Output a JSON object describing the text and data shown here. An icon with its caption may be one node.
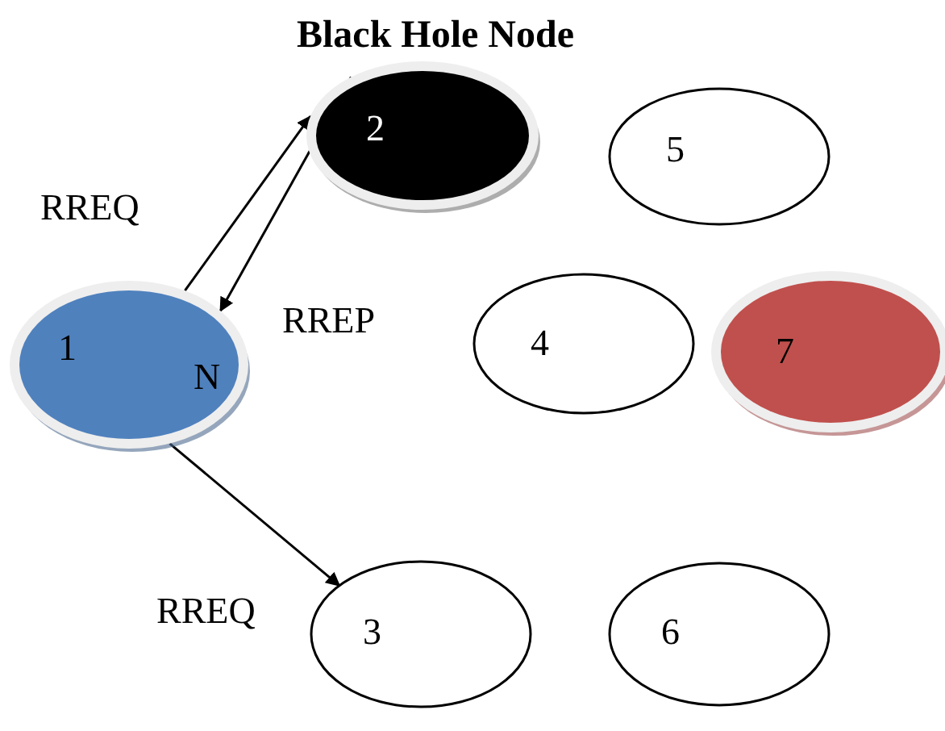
{
  "diagram": {
    "title": "Black Hole Node",
    "nodes": [
      {
        "text": [
          "1",
          "N"
        ]
      },
      {
        "text": [
          "2"
        ]
      },
      {
        "text": [
          "5"
        ]
      },
      {
        "text": [
          "4"
        ]
      },
      {
        "text": [
          "7"
        ]
      },
      {
        "text": [
          "3"
        ]
      },
      {
        "text": [
          "6"
        ]
      }
    ],
    "edges": [
      {
        "from": 0,
        "to": 1,
        "arrow": "to",
        "label": "RREQ"
      },
      {
        "from": 1,
        "to": 0,
        "arrow": "to",
        "label": "RREP"
      },
      {
        "from": 0,
        "to": 5,
        "arrow": "to",
        "label": "RREQ"
      }
    ]
  }
}
